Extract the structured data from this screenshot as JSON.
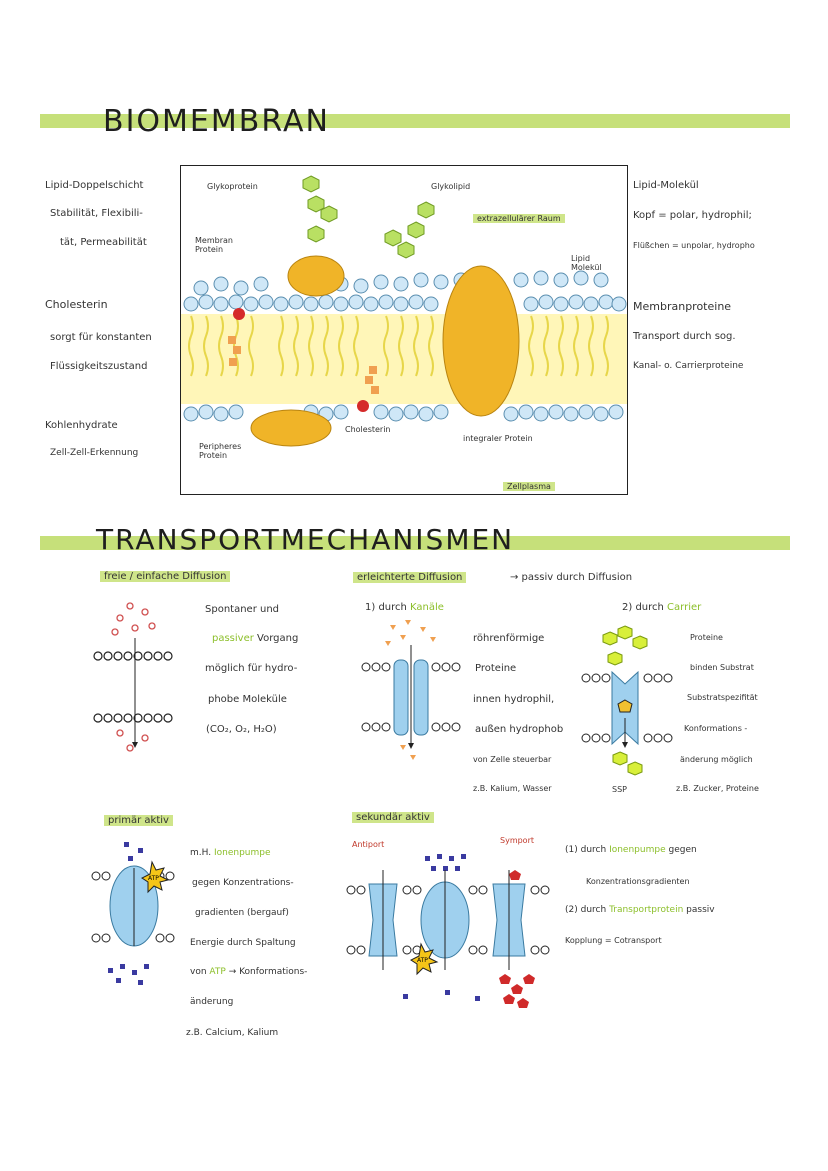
{
  "section1": {
    "title": "BIOMEMBRAN",
    "left": {
      "lipid_head": "Lipid-Doppelschicht",
      "lipid_text1": "Stabilität, Flexibili-",
      "lipid_text2": "tät, Permeabilität",
      "chol_head": "Cholesterin",
      "chol_text1": "sorgt für konstanten",
      "chol_text2": "Flüssigkeitszustand",
      "carb_head": "Kohlenhydrate",
      "carb_text": "Zell-Zell-Erkennung"
    },
    "diagram": {
      "glykoprotein": "Glykoprotein",
      "glykolipid": "Glykolipid",
      "extra": "extrazellulärer Raum",
      "membranprotein": "Membran Protein",
      "lipid_molekuel": "Lipid Molekül",
      "cholesterin": "Cholesterin",
      "peripheres": "Peripheres Protein",
      "integraler": "integraler Protein",
      "zellplasma": "Zellplasma"
    },
    "right": {
      "lipid_head": "Lipid-Molekül",
      "lipid_text1": "Kopf = polar, hydrophil;",
      "lipid_text2": "Flüßchen = unpolar, hydropho",
      "mp_head": "Membranproteine",
      "mp_text1": "Transport durch sog.",
      "mp_text2": "Kanal- o. Carrierproteine"
    }
  },
  "section2": {
    "title": "TRANSPORTMECHANISMEN",
    "freie": {
      "label": "freie / einfache Diffusion",
      "t1": "Spontaner und",
      "t2a": "passiver",
      "t2b": " Vorgang",
      "t3": "möglich für hydro-",
      "t4": "phobe Moleküle",
      "t5": "(CO₂, O₂, H₂O)"
    },
    "erleichtert": {
      "label": "erleichterte Diffusion",
      "arrow_text": "→ passiv durch Diffusion",
      "kanal_head": "1) durch",
      "kanal_word": "Kanäle",
      "k1": "röhrenförmige",
      "k2": "Proteine",
      "k3": "innen hydrophil,",
      "k4": "außen hydrophob",
      "k5": "von Zelle steuerbar",
      "k6": "z.B. Kalium, Wasser",
      "carrier_head": "2) durch",
      "carrier_word": "Carrier",
      "c1": "Proteine",
      "c2": "binden Substrat",
      "c3": "Substratspezifität",
      "c4": "Konformations -",
      "c5": "änderung möglich",
      "c6": "z.B. Zucker, Proteine",
      "ssp": "SSP"
    },
    "primaer": {
      "label": "primär aktiv",
      "p1a": "m.H.",
      "p1b": "Ionenpumpe",
      "p2": "gegen Konzentrations-",
      "p3": "gradienten (bergauf)",
      "p4": "Energie durch Spaltung",
      "p5a": "von",
      "p5b": "ATP",
      "p5c": "→ Konformations-",
      "p6": "änderung",
      "p7": "z.B. Calcium, Kalium",
      "atp": "ATP"
    },
    "sekundaer": {
      "label": "sekundär aktiv",
      "antiport": "Antiport",
      "symport": "Symport",
      "s1a": "(1) durch",
      "s1b": "Ionenpumpe",
      "s1c": "gegen",
      "s2": "Konzentrationsgradienten",
      "s3a": "(2) durch",
      "s3b": "Transportprotein",
      "s3c": "passiv",
      "s4": "Kopplung = Cotransport",
      "atp": "ATP"
    }
  }
}
